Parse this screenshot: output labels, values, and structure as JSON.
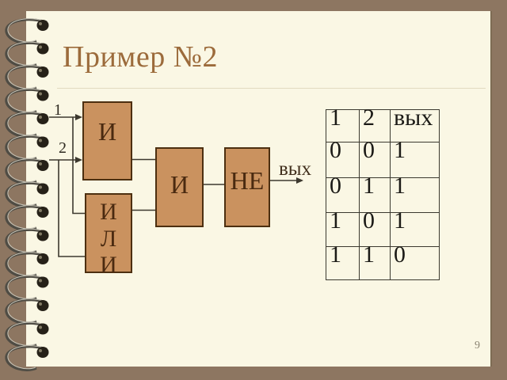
{
  "slide": {
    "title": "Пример №2",
    "page_number": "9"
  },
  "circuit": {
    "inputs": [
      {
        "label": "1"
      },
      {
        "label": "2"
      }
    ],
    "gates": {
      "and1": {
        "label": "И"
      },
      "or": {
        "label": "ИЛИ",
        "lines": [
          "И",
          "Л",
          "И"
        ]
      },
      "and2": {
        "label": "И"
      },
      "not": {
        "label": "НЕ"
      }
    },
    "output_label": "вых"
  },
  "truth_table": {
    "headers": [
      "1",
      "2",
      "вых"
    ],
    "rows": [
      [
        "0",
        "0",
        "1"
      ],
      [
        "0",
        "1",
        "1"
      ],
      [
        "1",
        "0",
        "1"
      ],
      [
        "1",
        "1",
        "0"
      ]
    ]
  },
  "colors": {
    "background": "#8D7661",
    "page": "#FAF7E4",
    "gate_fill": "#CA925F",
    "gate_border": "#4C2F10",
    "gate_text": "#4A2A10",
    "title_text": "#9C6B3B",
    "wire": "#3C382E",
    "table_text": "#1B1A16"
  }
}
